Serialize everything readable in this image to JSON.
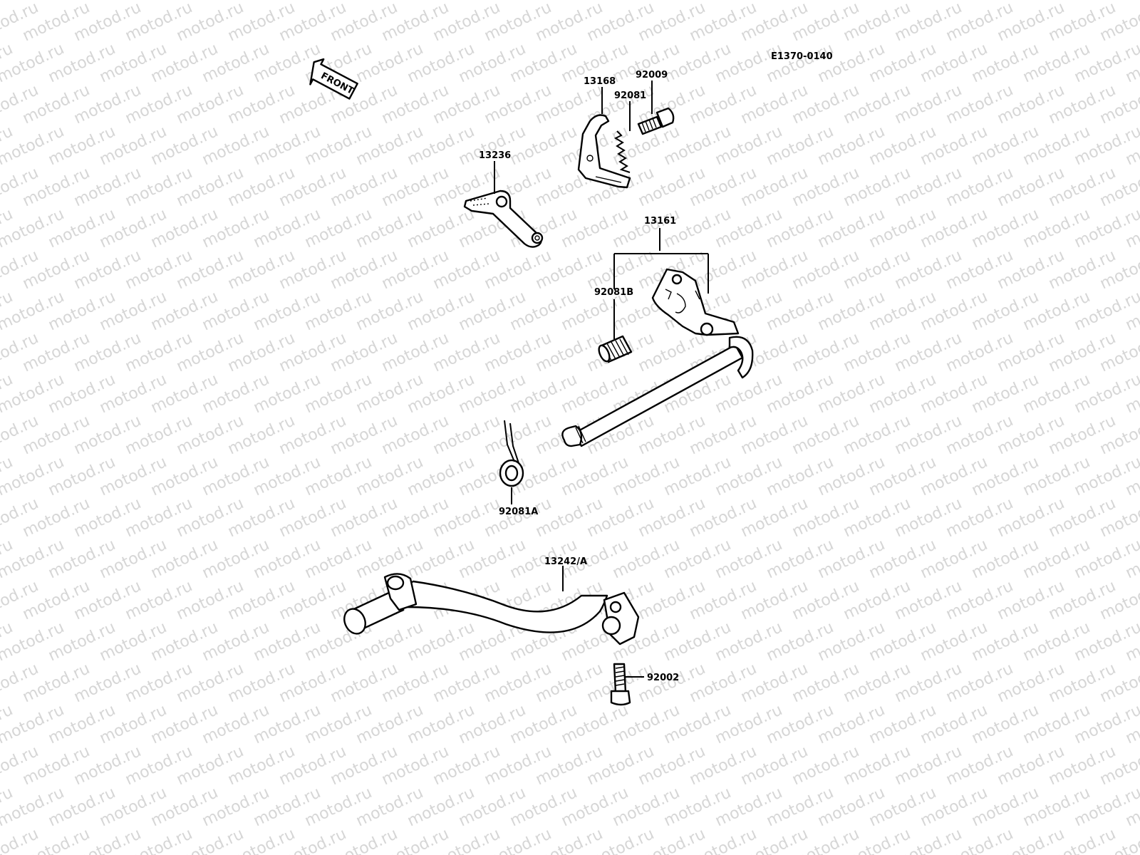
{
  "diagram": {
    "code": "E1370-0140",
    "front_arrow_label": "FRONT",
    "watermark": "motod.ru",
    "parts": [
      {
        "id": "13168"
      },
      {
        "id": "92009"
      },
      {
        "id": "92081"
      },
      {
        "id": "13236"
      },
      {
        "id": "13161"
      },
      {
        "id": "92081B"
      },
      {
        "id": "92081A"
      },
      {
        "id": "13242/A"
      },
      {
        "id": "92002"
      }
    ]
  }
}
